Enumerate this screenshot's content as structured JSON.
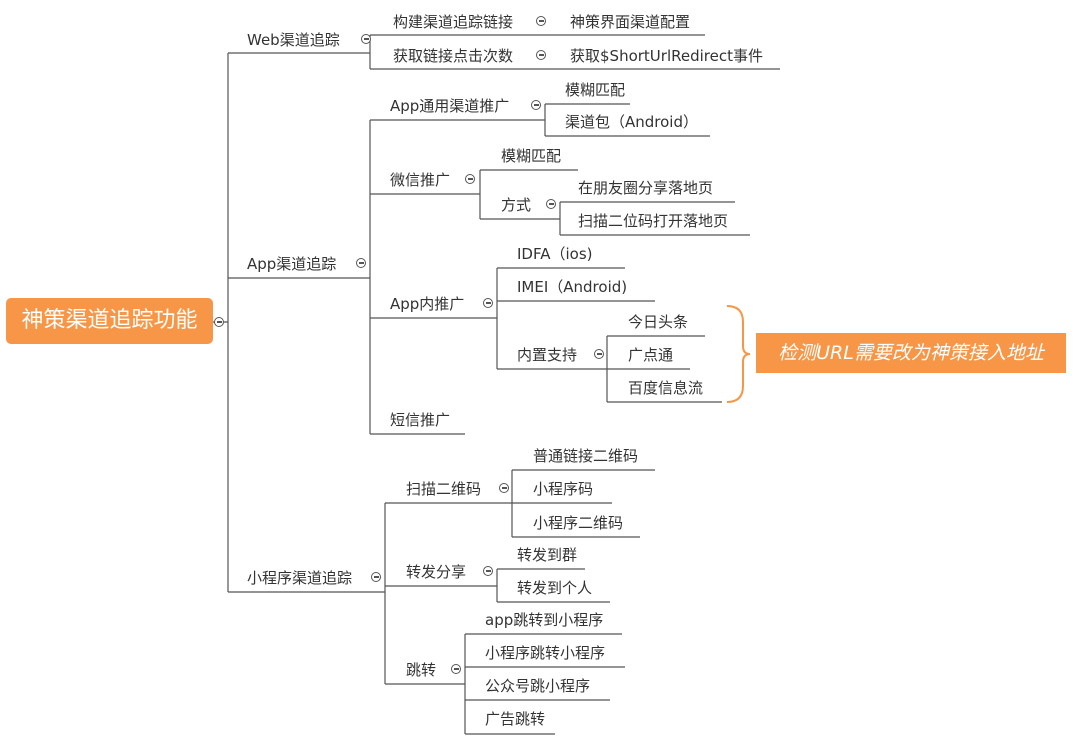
{
  "root": {
    "label": "神策渠道追踪功能"
  },
  "branches": {
    "web": {
      "label": "Web渠道追踪",
      "items": [
        {
          "label": "构建渠道追踪链接",
          "detail": "神策界面渠道配置"
        },
        {
          "label": "获取链接点击次数",
          "detail": "获取$ShortUrlRedirect事件"
        }
      ]
    },
    "app": {
      "label": "App渠道追踪",
      "general": {
        "label": "App通用渠道推广",
        "items": [
          "模糊匹配",
          "渠道包（Android）"
        ]
      },
      "wechat": {
        "label": "微信推广",
        "fuzzy": "模糊匹配",
        "method": {
          "label": "方式",
          "items": [
            "在朋友圈分享落地页",
            "扫描二位码打开落地页"
          ]
        }
      },
      "inapp": {
        "label": "App内推广",
        "items": [
          "IDFA（ios)",
          "IMEI（Android)"
        ],
        "builtin": {
          "label": "内置支持",
          "items": [
            "今日头条",
            "广点通",
            "百度信息流"
          ]
        }
      },
      "sms": {
        "label": "短信推广"
      }
    },
    "mini": {
      "label": "小程序渠道追踪",
      "qr": {
        "label": "扫描二维码",
        "items": [
          "普通链接二维码",
          "小程序码",
          "小程序二维码"
        ]
      },
      "share": {
        "label": "转发分享",
        "items": [
          "转发到群",
          "转发到个人"
        ]
      },
      "jump": {
        "label": "跳转",
        "items": [
          "app跳转到小程序",
          "小程序跳转小程序",
          "公众号跳小程序",
          "广告跳转"
        ]
      }
    }
  },
  "callout": {
    "label": "检测URL需要改为神策接入地址"
  },
  "colors": {
    "accent": "#f79646",
    "line": "#555555",
    "text": "#333333",
    "bracket": "#f79646"
  }
}
